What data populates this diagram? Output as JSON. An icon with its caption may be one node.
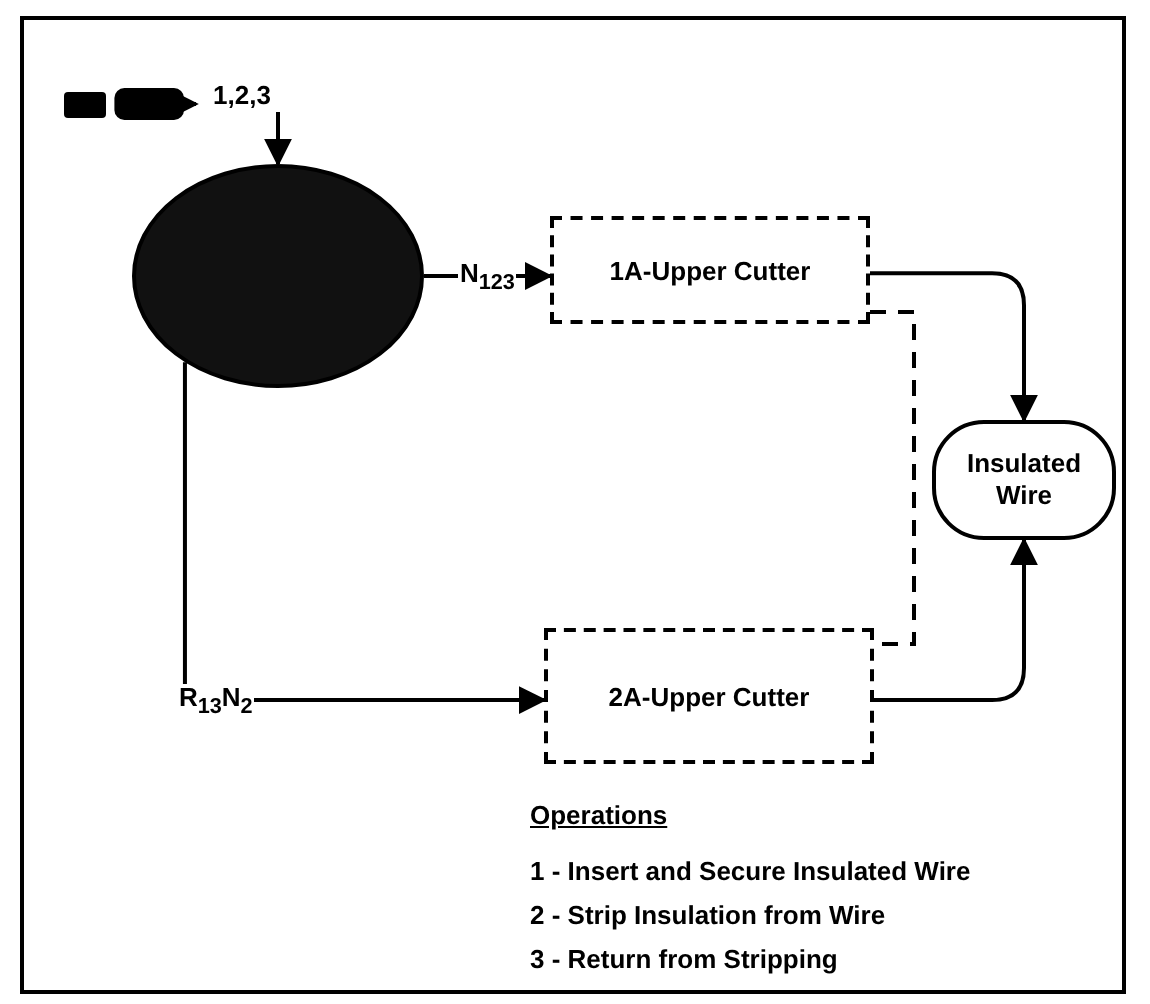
{
  "diagram": {
    "nodes": [
      {
        "text": [],
        "shape": "box"
      },
      {
        "text": [
          "1,2,3"
        ]
      },
      {
        "text": [],
        "shape": "circle"
      },
      {
        "text": [
          "1A-Upper Cutter"
        ]
      },
      {
        "text": [
          "2A-Upper Cutter"
        ]
      },
      {
        "text": [
          "Insulated Wire"
        ]
      }
    ],
    "edges": [
      {
        "from": 0,
        "to": 1,
        "arrow": "to"
      },
      {
        "from": 1,
        "to": 2,
        "arrow": "to"
      },
      {
        "from": 2,
        "to": 3,
        "arrow": "to",
        "label": "N$_{123}$"
      },
      {
        "from": 2,
        "to": 4,
        "arrow": "to",
        "label": "R$_{13}$N$_{2}$"
      },
      {
        "from": 3,
        "to": 5,
        "arrow": "to"
      },
      {
        "from": 4,
        "to": 5,
        "arrow": "to"
      },
      {
        "from": 3,
        "to": 4,
        "arrow": "none",
        "style": "dashed"
      }
    ],
    "labels": [
      "Operations",
      "1 - Insert and Secure Insulated Wire",
      "2 - Strip Insulation from Wire",
      "3 - Return from Stripping"
    ]
  }
}
